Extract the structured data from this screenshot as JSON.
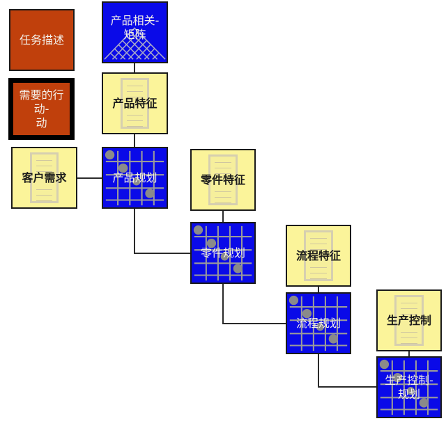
{
  "legend": {
    "task_description": "任务描述",
    "required_action": "需要的行动-动",
    "required_action_line1": "需要的行动-",
    "required_action_line2": "动"
  },
  "nodes": {
    "product_matrix": {
      "line1": "产品相关-",
      "line2": "矩阵",
      "type": "matrix"
    },
    "product_features": {
      "label": "产品特征",
      "type": "document"
    },
    "customer_needs": {
      "label": "客户需求",
      "type": "document"
    },
    "product_planning": {
      "label": "产品规划",
      "type": "planning"
    },
    "part_features": {
      "label": "零件特征",
      "type": "document"
    },
    "part_planning": {
      "label": "零件规划",
      "type": "planning"
    },
    "process_features": {
      "label": "流程特征",
      "type": "document"
    },
    "process_planning": {
      "label": "流程规划",
      "type": "planning"
    },
    "production_control": {
      "label": "生产控制",
      "type": "document"
    },
    "production_control_planning": {
      "line1": "生产控制-",
      "line2": "规划",
      "type": "planning"
    }
  },
  "colors": {
    "task_fill": "#c0400c",
    "document_fill": "#fbf49a",
    "planning_fill": "#0a0ae8",
    "grid_line": "#9a9a9a",
    "connector": "#2a2a2a"
  }
}
